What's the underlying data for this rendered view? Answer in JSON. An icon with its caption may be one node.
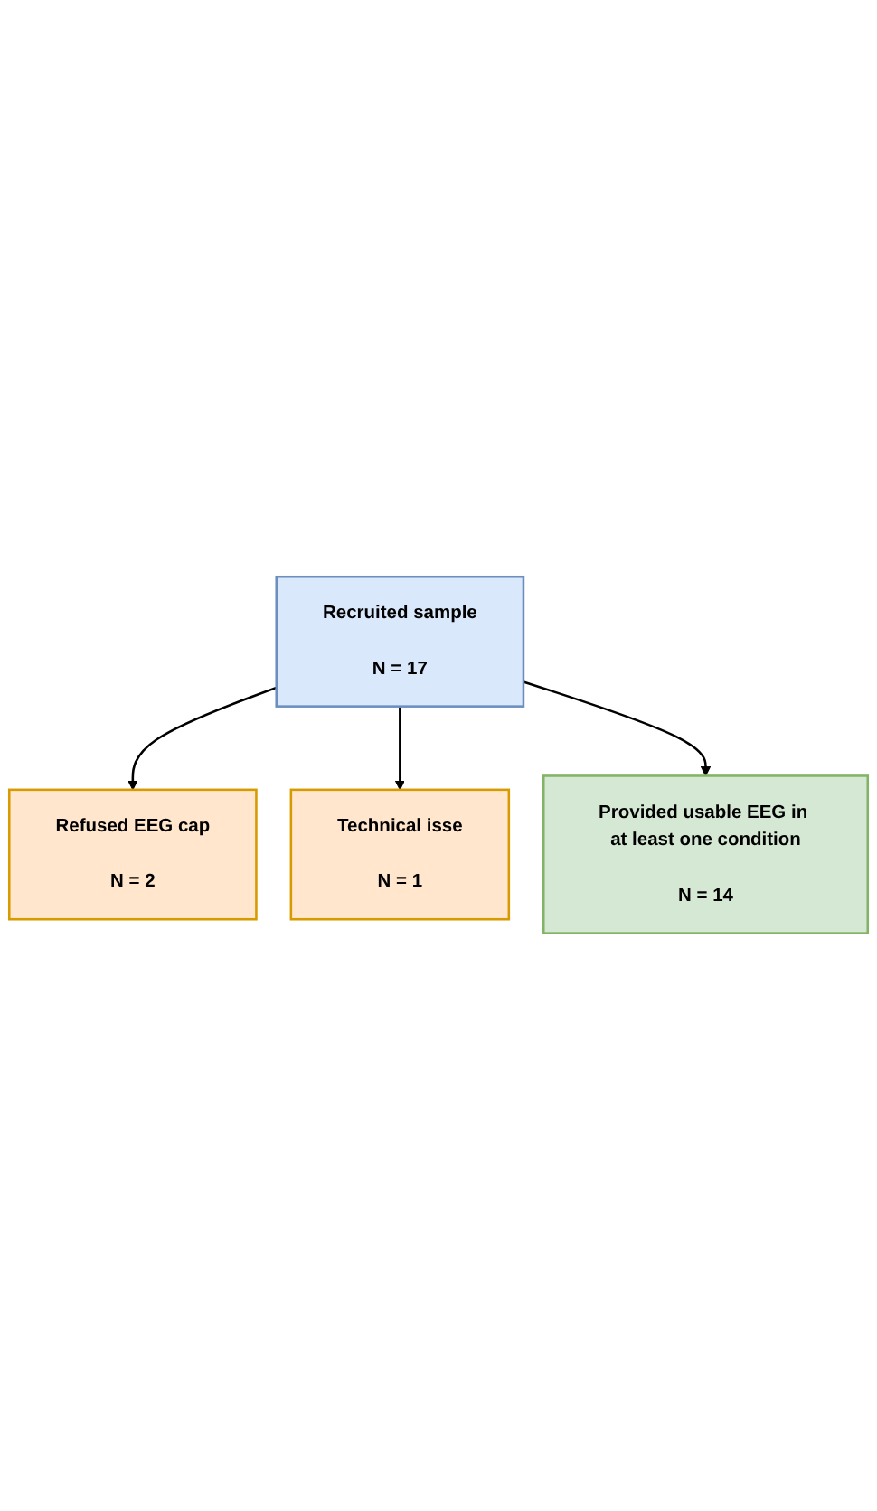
{
  "diagram": {
    "nodes": [
      {
        "text": [
          "Recruited sample",
          "N = 17"
        ]
      },
      {
        "text": [
          "Refused EEG cap",
          "N = 2"
        ]
      },
      {
        "text": [
          "Technical isse",
          "N = 1"
        ]
      },
      {
        "text": [
          "Provided usable EEG in at least one condition",
          "N = 14"
        ]
      }
    ],
    "edges": [
      {
        "from": 0,
        "to": 1,
        "arrow": "to"
      },
      {
        "from": 0,
        "to": 2,
        "arrow": "to"
      },
      {
        "from": 0,
        "to": 3,
        "arrow": "to"
      }
    ]
  }
}
